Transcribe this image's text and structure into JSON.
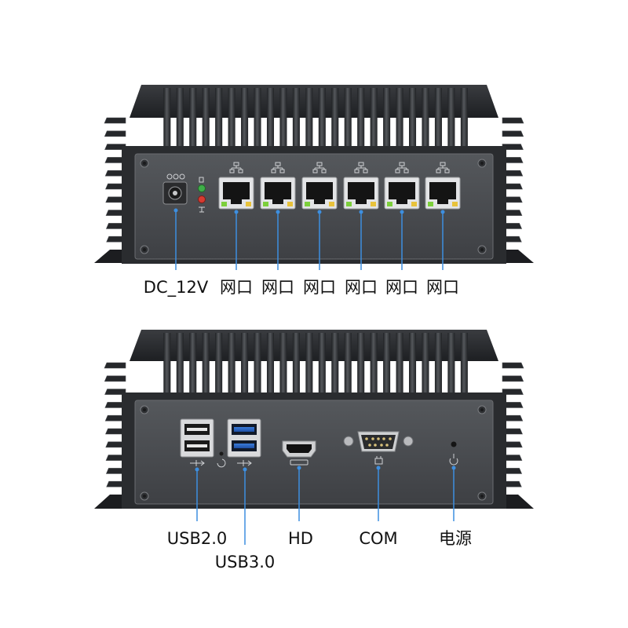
{
  "colors": {
    "chassis": "#2d2f32",
    "panel": "#4a4c50",
    "leader": "#3d8fe0",
    "label_text": "#111111"
  },
  "top_unit": {
    "labels": {
      "dc": "DC_12V",
      "lan1": "网口",
      "lan2": "网口",
      "lan3": "网口",
      "lan4": "网口",
      "lan5": "网口",
      "lan6": "网口"
    }
  },
  "bottom_unit": {
    "labels": {
      "usb2": "USB2.0",
      "usb3": "USB3.0",
      "hd": "HD",
      "com": "COM",
      "power": "电源"
    }
  }
}
